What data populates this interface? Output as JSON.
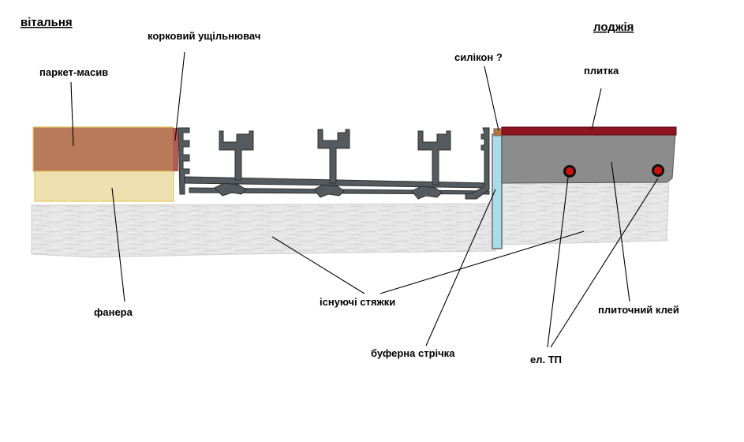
{
  "rooms": {
    "left": "вітальня",
    "right": "лоджія"
  },
  "labels": {
    "cork_seal": "корковий ущільнювач",
    "parquet": "паркет-масив",
    "plywood": "фанера",
    "silicone": "силікон ?",
    "tile": "плитка",
    "screeds": "існуючі стяжки",
    "buffer_tape": "буферна стрічка",
    "tile_adhesive": "плиточний клей",
    "heating": "ел. ТП"
  },
  "colors": {
    "parquet": "#b87a58",
    "plywood": "#efe0b0",
    "screed": "#e4e4e4",
    "profile": "#555a5e",
    "tile": "#8e1420",
    "adhesive": "#8c8c8c",
    "buffer_tape": "#a8dcec",
    "cork": "#b45a50",
    "heating_cable": "#cc1010"
  }
}
